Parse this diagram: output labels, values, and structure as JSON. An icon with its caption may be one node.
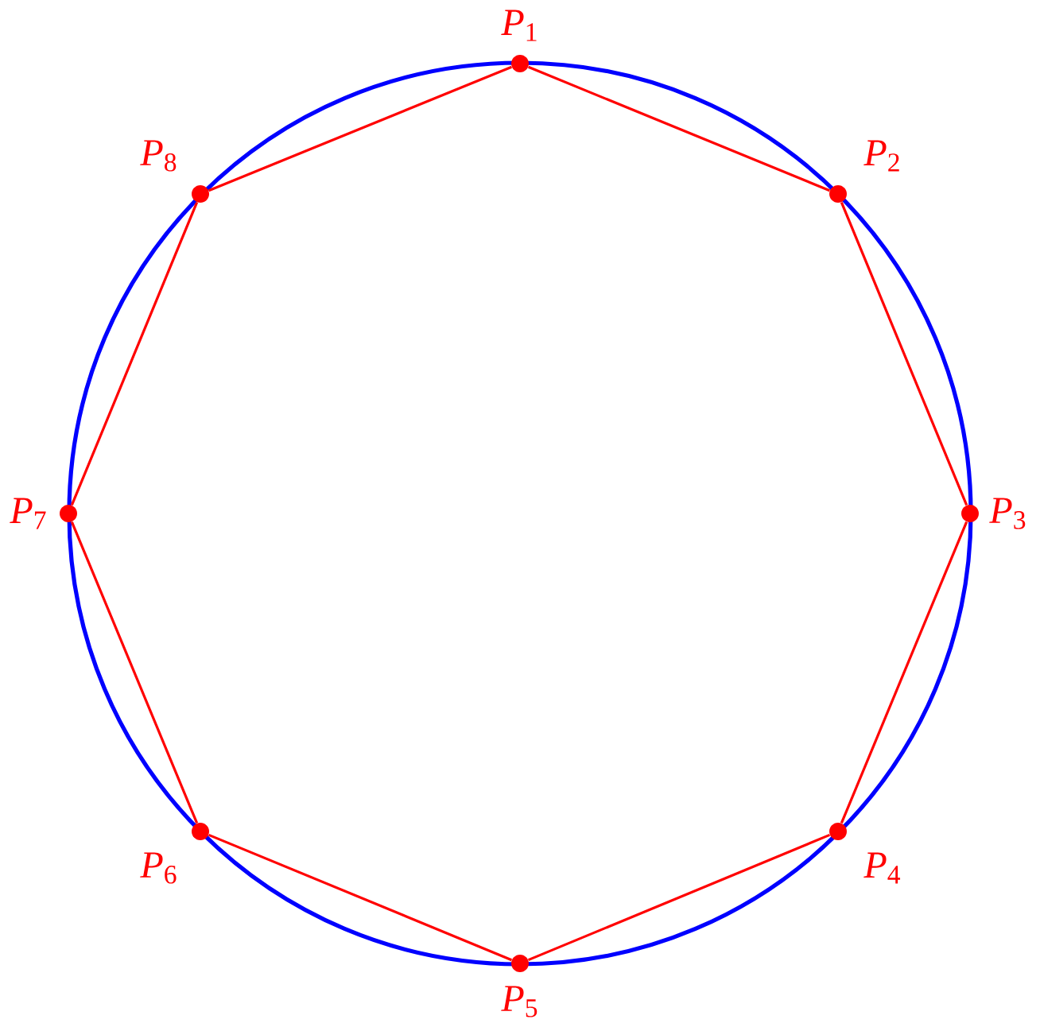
{
  "diagram": {
    "nodes": [
      {
        "text": [],
        "shape": "circle",
        "beside": [
          "*P*$_{1}$"
        ]
      },
      {
        "text": [],
        "shape": "circle",
        "beside": [
          "*P*$_{2}$"
        ]
      },
      {
        "text": [],
        "shape": "circle",
        "beside": [
          "*P*$_{3}$"
        ]
      },
      {
        "text": [],
        "shape": "circle",
        "beside": [
          "*P*$_{4}$"
        ]
      },
      {
        "text": [],
        "shape": "circle",
        "beside": [
          "*P*$_{5}$"
        ]
      },
      {
        "text": [],
        "shape": "circle",
        "beside": [
          "*P*$_{6}$"
        ]
      },
      {
        "text": [],
        "shape": "circle",
        "beside": [
          "*P*$_{7}$"
        ]
      },
      {
        "text": [],
        "shape": "circle",
        "beside": [
          "*P*$_{8}$"
        ]
      }
    ],
    "edges": [
      {
        "from": 0,
        "to": 1,
        "arrow": "none"
      },
      {
        "from": 1,
        "to": 2,
        "arrow": "none"
      },
      {
        "from": 2,
        "to": 3,
        "arrow": "none"
      },
      {
        "from": 3,
        "to": 4,
        "arrow": "none"
      },
      {
        "from": 4,
        "to": 5,
        "arrow": "none"
      },
      {
        "from": 5,
        "to": 6,
        "arrow": "none"
      },
      {
        "from": 6,
        "to": 7,
        "arrow": "none"
      },
      {
        "from": 7,
        "to": 0,
        "arrow": "none"
      }
    ]
  }
}
